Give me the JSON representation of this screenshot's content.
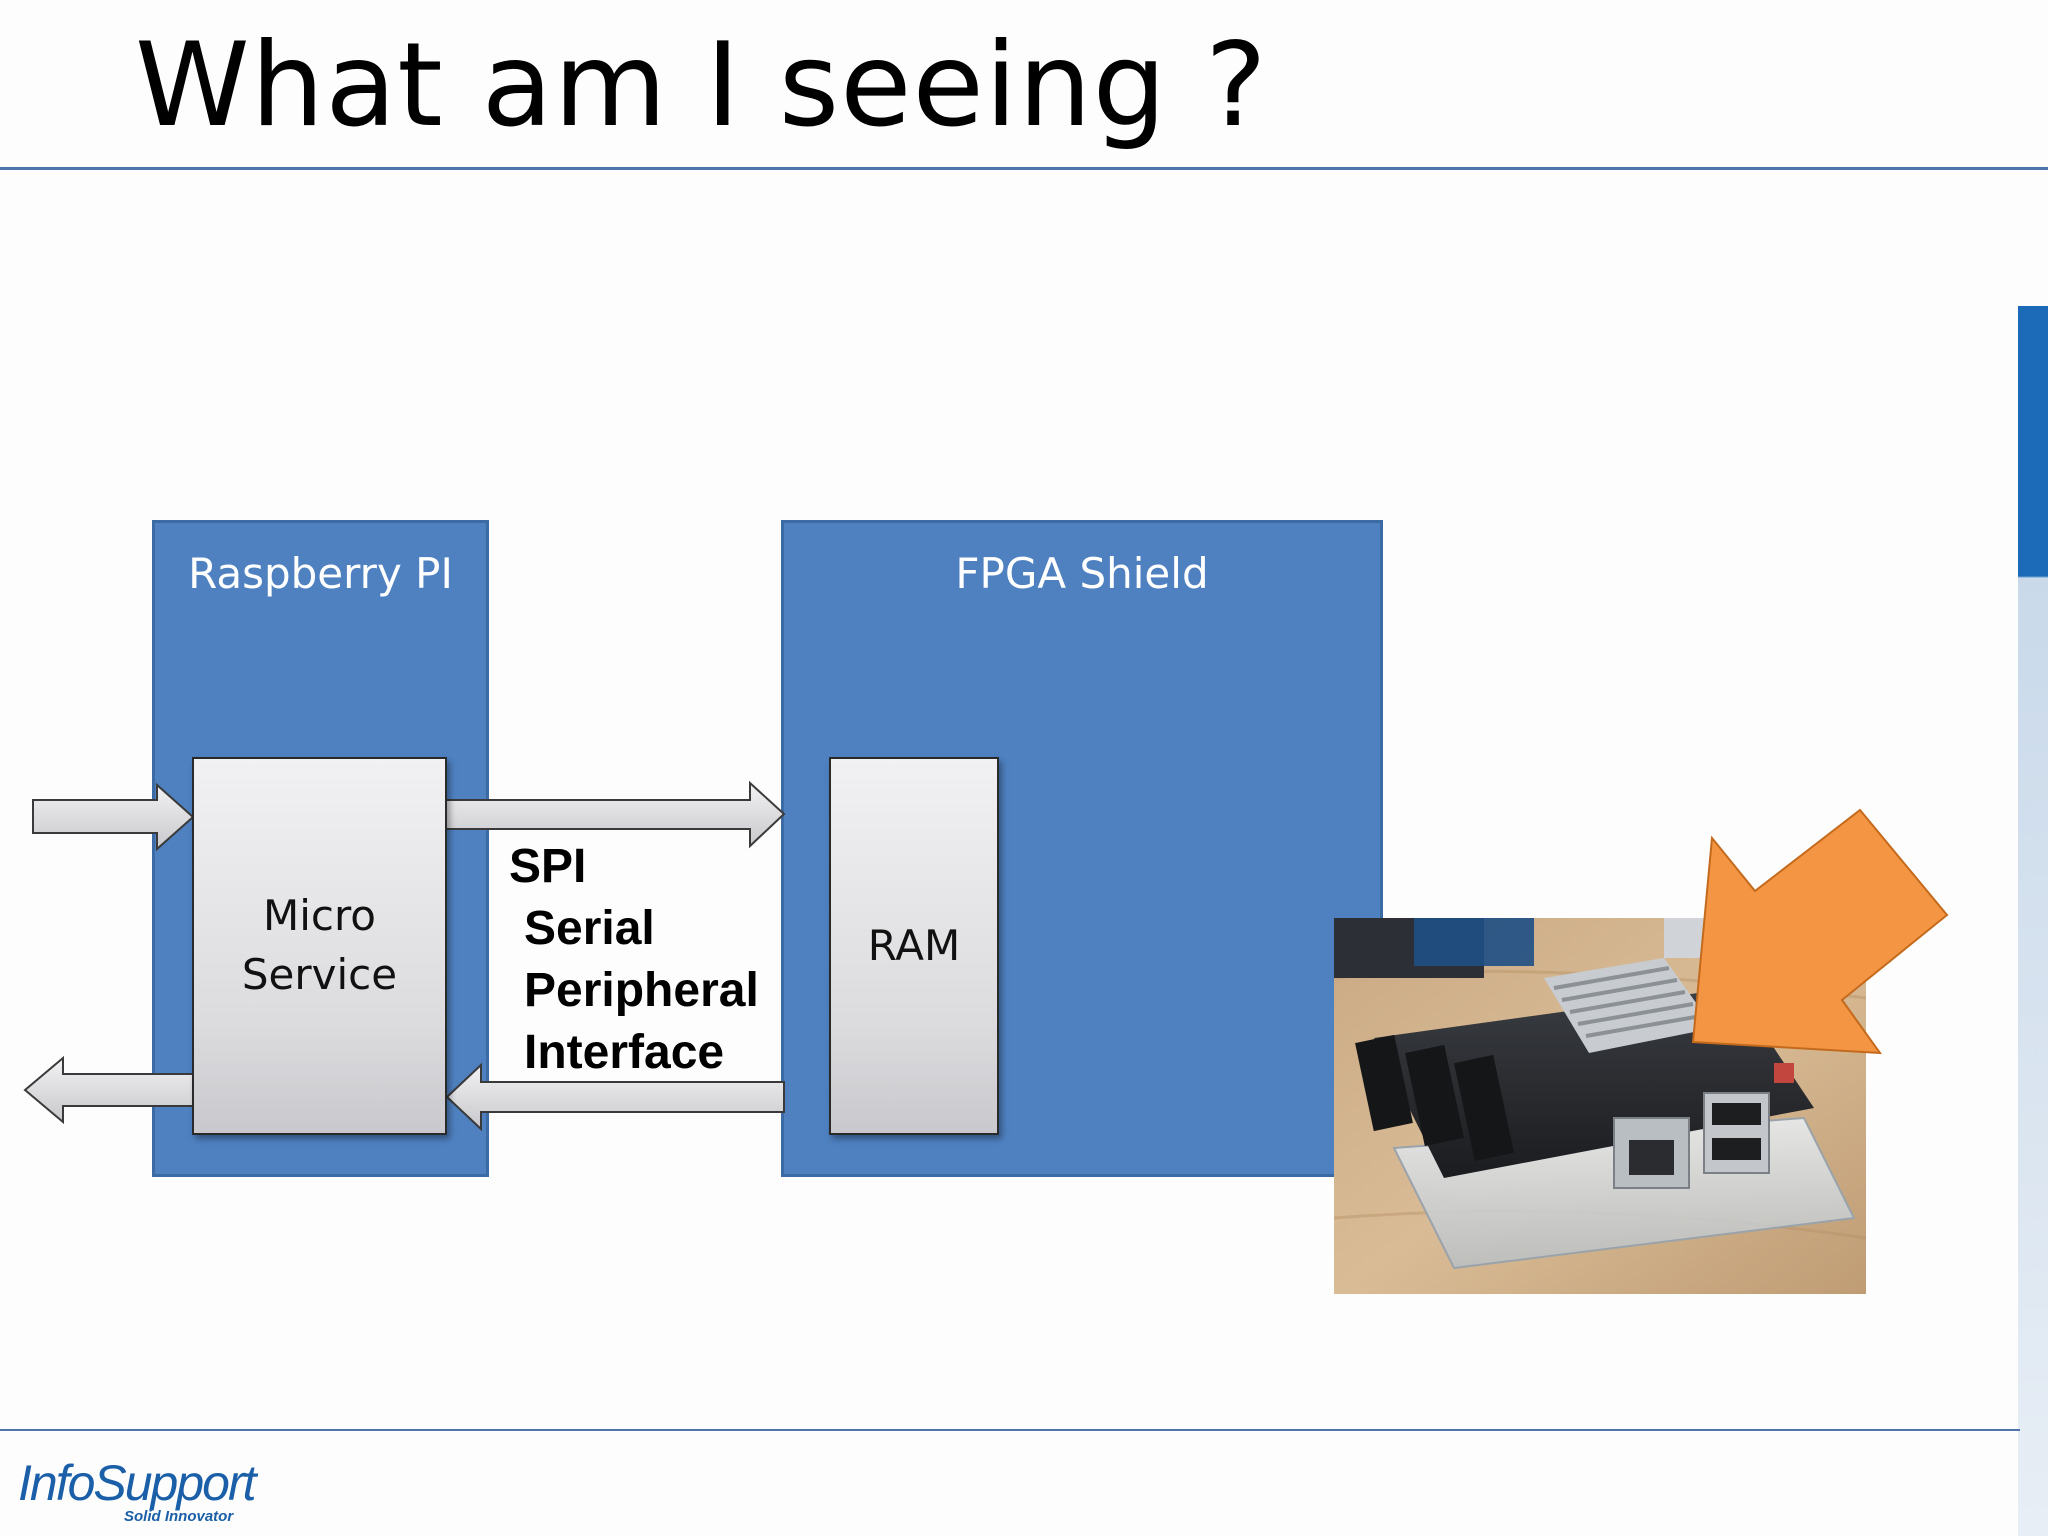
{
  "slide": {
    "title": "What am I seeing ?"
  },
  "diagram": {
    "raspberry": {
      "label": "Raspberry PI"
    },
    "fpga": {
      "label": "FPGA Shield"
    },
    "micro_service": {
      "label": "Micro\nService"
    },
    "ram": {
      "label": "RAM"
    },
    "spi": {
      "lines": [
        "SPI",
        " Serial",
        " Peripheral",
        " Interface"
      ]
    }
  },
  "photo": {
    "subject": "FPGA shield mounted on Raspberry Pi board",
    "pointer_color": "#f39542"
  },
  "footer": {
    "logo_text": "InfoSupport",
    "tagline": "Solid Innovator"
  },
  "colors": {
    "accent_blue": "#4f81c1",
    "rule_blue": "#4f74ab",
    "brand_blue": "#1a5fa8"
  }
}
